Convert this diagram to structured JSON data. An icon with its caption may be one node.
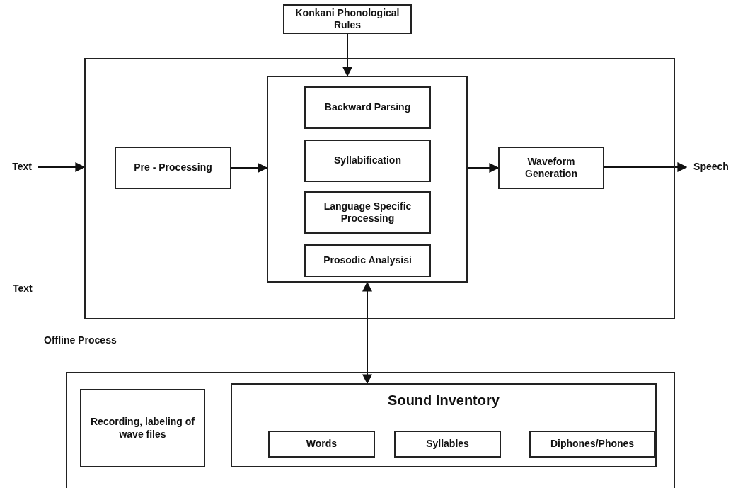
{
  "diagram": {
    "nodes": [
      {
        "text": [
          "Konkani Phonological Rules"
        ]
      },
      {
        "text": [
          "Text"
        ]
      },
      {
        "text": [],
        "shape": "box"
      },
      {
        "text": [
          "Pre - Processing"
        ],
        "in": 2
      },
      {
        "text": [],
        "shape": "box",
        "in": 2
      },
      {
        "text": [
          "Backward Parsing"
        ],
        "in": 4
      },
      {
        "text": [
          "Syllabification"
        ],
        "in": 4
      },
      {
        "text": [
          "Language Specific Processing"
        ],
        "in": 4
      },
      {
        "text": [
          "Prosodic Analysisi"
        ],
        "in": 4
      },
      {
        "text": [
          "Waveform Generation"
        ],
        "in": 2
      },
      {
        "text": [
          "Speech"
        ]
      },
      {
        "text": [],
        "shape": "box"
      },
      {
        "text": [
          "Recording, labeling of wave files"
        ],
        "in": 11
      },
      {
        "text": [
          "Sound Inventory"
        ],
        "in": 11
      },
      {
        "text": [
          "Words"
        ],
        "in": 13
      },
      {
        "text": [
          "Syllables"
        ],
        "in": 13
      },
      {
        "text": [
          "Diphones/Phones"
        ],
        "in": 13
      }
    ],
    "edges": [
      {
        "from": 1,
        "to": 2,
        "arrow": "to"
      },
      {
        "from": 0,
        "to": 4,
        "arrow": "to"
      },
      {
        "from": 3,
        "to": 4,
        "arrow": "to"
      },
      {
        "from": 4,
        "to": 9,
        "arrow": "to"
      },
      {
        "from": 9,
        "to": 10,
        "arrow": "to"
      },
      {
        "from": 4,
        "to": 13,
        "arrow": "both"
      }
    ],
    "labels": [
      "Text",
      "Offline Process"
    ]
  }
}
